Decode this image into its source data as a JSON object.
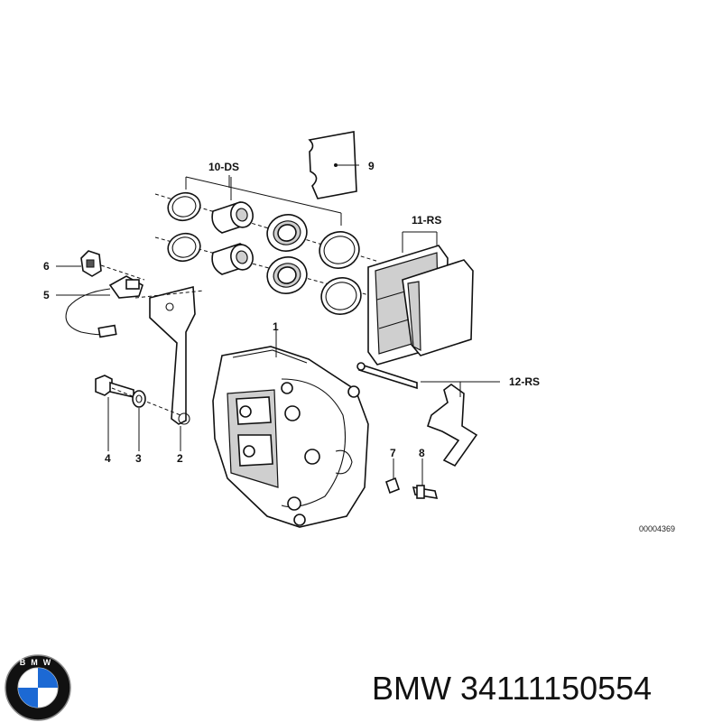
{
  "diagram": {
    "callouts": {
      "c1": "1",
      "c2": "2",
      "c3": "3",
      "c4": "4",
      "c5": "5",
      "c6": "6",
      "c7": "7",
      "c8": "8",
      "c9": "9",
      "c10": "10-DS",
      "c11": "11-RS",
      "c12": "12-RS"
    },
    "reference_number": "00004369"
  },
  "brand": {
    "logo_letters": "BMW",
    "caption": "BMW 34111150554",
    "colors": {
      "logo_blue": "#1c69d4",
      "logo_ring": "#111111",
      "lines": "#111111"
    }
  }
}
